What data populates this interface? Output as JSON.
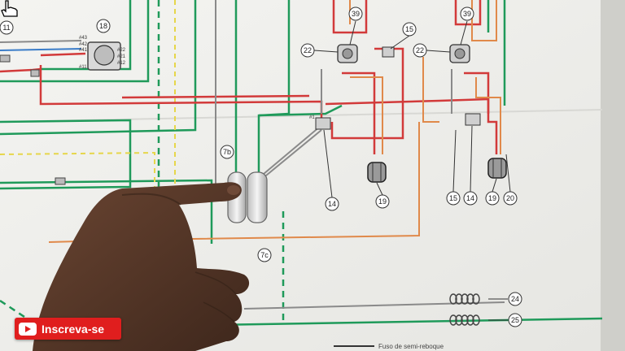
{
  "scene": {
    "description_free": true,
    "colors": {
      "paper": "#f2f2ef",
      "red_line": "#d23a3a",
      "green_line": "#1f9a5a",
      "orange_line": "#e0894a",
      "gray_line": "#8a8a8a",
      "blue_line": "#3a7cc8",
      "yellow_dash": "#e6d64a",
      "skin": "#5b3a2a",
      "subscribe_red": "#e01e1e"
    }
  },
  "callouts": {
    "c11": "11",
    "c18": "18",
    "c39a": "39",
    "c39b": "39",
    "c22a": "22",
    "c22b": "22",
    "c15a": "15",
    "c15b": "15",
    "c7b": "7b",
    "c7c": "7c",
    "c14a": "14",
    "c14b": "14",
    "c19a": "19",
    "c19b": "19",
    "c20": "20",
    "c24": "24",
    "c25": "25"
  },
  "pins": {
    "p43": "#43",
    "p42": "#42",
    "p41": "#41",
    "p11": "#11",
    "p22": "#22",
    "p21": "#21",
    "p12": "#12",
    "p1": "#1"
  },
  "caption": {
    "bottom_text": "Fuso de semi-reboque"
  },
  "subscribe": {
    "label": "Inscreva-se",
    "icon": "youtube-play-icon"
  },
  "cursor": {
    "icon": "hand-pointer-icon"
  }
}
